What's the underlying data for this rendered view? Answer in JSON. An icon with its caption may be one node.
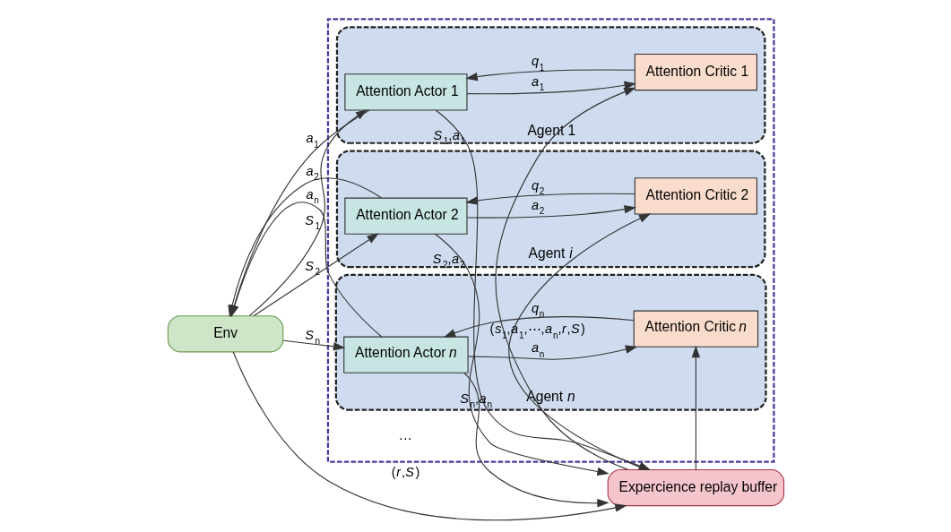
{
  "diagram": {
    "nodes": [
      {
        "text": [],
        "shape": "box"
      },
      {
        "text": [
          "Agent 1"
        ],
        "in": 0
      },
      {
        "text": [
          "Attention Actor 1"
        ],
        "in": 1
      },
      {
        "text": [
          "Attention Critic 1"
        ],
        "in": 1
      },
      {
        "text": [
          "Agent *i*"
        ],
        "in": 0
      },
      {
        "text": [
          "Attention Actor 2"
        ],
        "in": 4
      },
      {
        "text": [
          "Attention Critic 2"
        ],
        "in": 4
      },
      {
        "text": [
          "Agent *n*"
        ],
        "in": 0
      },
      {
        "text": [
          "Attention Actor *n*"
        ],
        "in": 7
      },
      {
        "text": [
          "Attention Critic *n*"
        ],
        "in": 7
      },
      {
        "text": [
          "Env"
        ]
      },
      {
        "text": [
          "Expercience replay buffer"
        ]
      }
    ],
    "edges": [
      {
        "from": 2,
        "to": 3,
        "arrow": "to",
        "label": "*a*$_{1}$"
      },
      {
        "from": 3,
        "to": 2,
        "arrow": "to",
        "label": "*q*$_{1}$"
      },
      {
        "from": 5,
        "to": 6,
        "arrow": "to",
        "label": "*a*$_{2}$"
      },
      {
        "from": 6,
        "to": 5,
        "arrow": "to",
        "label": "*q*$_{2}$"
      },
      {
        "from": 8,
        "to": 9,
        "arrow": "to",
        "label": "*a*$_{n}$"
      },
      {
        "from": 9,
        "to": 8,
        "arrow": "to",
        "label": "*q*$_{n}$"
      },
      {
        "from": 2,
        "to": 10,
        "arrow": "to",
        "label": "*a*$_{1}$"
      },
      {
        "from": 10,
        "to": 2,
        "arrow": "to",
        "label": "*S*$_{1}$"
      },
      {
        "from": 5,
        "to": 10,
        "arrow": "to",
        "label": "*a*$_{2}$"
      },
      {
        "from": 10,
        "to": 5,
        "arrow": "to",
        "label": "*S*$_{2}$"
      },
      {
        "from": 10,
        "to": 8,
        "arrow": "to",
        "label": "*S*$_{n}$"
      },
      {
        "from": 8,
        "to": 10,
        "arrow": "to",
        "label": "*a*$_{n}$"
      },
      {
        "from": 2,
        "to": 11,
        "arrow": "to",
        "label": "*S*$_{1}$,*a*$_{1}$"
      },
      {
        "from": 5,
        "to": 11,
        "arrow": "to",
        "label": "*S*$_{2}$,*a*$_{2}$"
      },
      {
        "from": 8,
        "to": 11,
        "arrow": "to",
        "label": "*S*$_{n}$,*a*$_{n}$"
      },
      {
        "from": 10,
        "to": 11,
        "arrow": "to",
        "label": "(*r*,*S*)"
      },
      {
        "from": 11,
        "to": 3,
        "arrow": "to"
      },
      {
        "from": 11,
        "to": 6,
        "arrow": "to",
        "label": "(*s*$_{1}$,*a*$_{1}$,⋯,*a*$_{n}$,*r*,*S*)"
      },
      {
        "from": 11,
        "to": 9,
        "arrow": "to"
      }
    ],
    "labels": [
      "…"
    ]
  }
}
